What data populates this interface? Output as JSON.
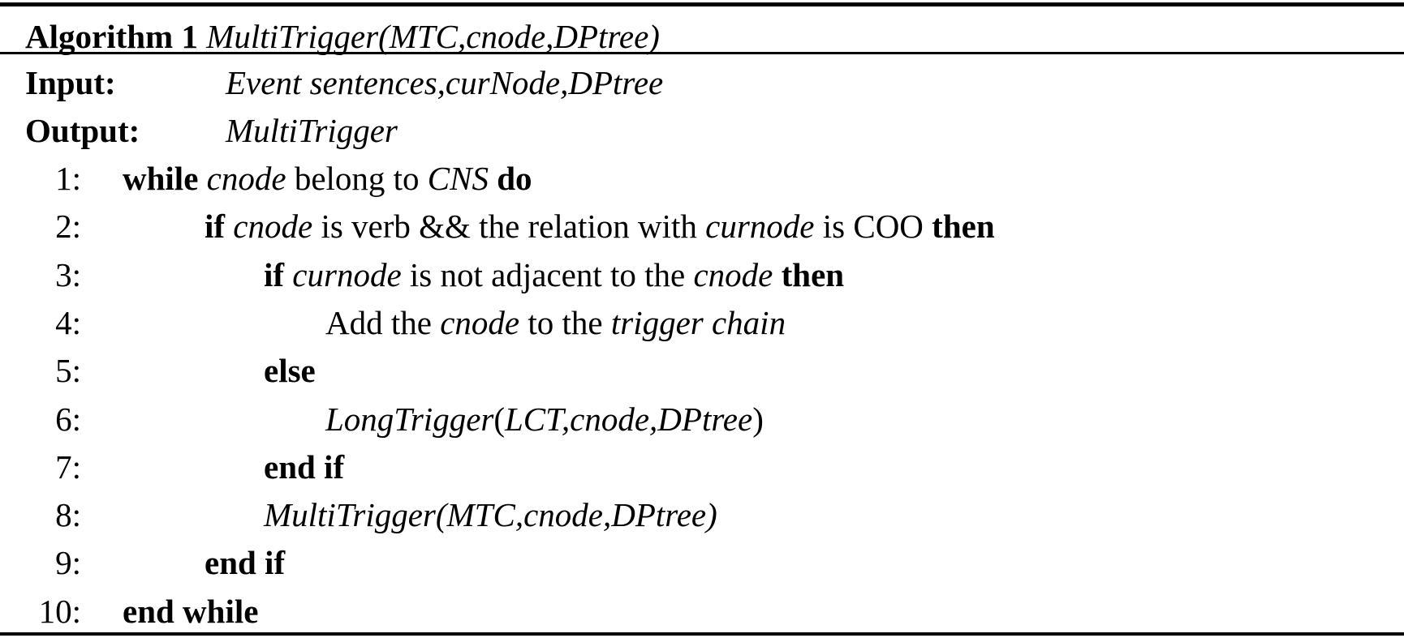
{
  "algorithm": {
    "label": "Algorithm 1",
    "title": "MultiTrigger(MTC,cnode,DPtree)",
    "input_label": "Input:",
    "input_value": "Event sentences,curNode,DPtree",
    "output_label": "Output:",
    "output_value": "MultiTrigger",
    "lines": [
      {
        "num": "1:",
        "indent": 0,
        "parts": [
          [
            "b",
            "while"
          ],
          [
            "n",
            " "
          ],
          [
            "i",
            "cnode"
          ],
          [
            "n",
            " belong to "
          ],
          [
            "i",
            "CNS"
          ],
          [
            "n",
            " "
          ],
          [
            "b",
            "do"
          ]
        ]
      },
      {
        "num": "2:",
        "indent": 1,
        "parts": [
          [
            "b",
            "if"
          ],
          [
            "n",
            " "
          ],
          [
            "i",
            "cnode"
          ],
          [
            "n",
            " is verb && the relation with "
          ],
          [
            "i",
            "curnode"
          ],
          [
            "n",
            " is COO "
          ],
          [
            "b",
            "then"
          ]
        ]
      },
      {
        "num": "3:",
        "indent": 2,
        "parts": [
          [
            "b",
            "if"
          ],
          [
            "n",
            " "
          ],
          [
            "i",
            "curnode"
          ],
          [
            "n",
            " is not adjacent to the "
          ],
          [
            "i",
            "cnode"
          ],
          [
            "n",
            " "
          ],
          [
            "b",
            "then"
          ]
        ]
      },
      {
        "num": "4:",
        "indent": 3,
        "parts": [
          [
            "n",
            "Add the "
          ],
          [
            "i",
            "cnode"
          ],
          [
            "n",
            " to the "
          ],
          [
            "i",
            "trigger chain"
          ]
        ]
      },
      {
        "num": "5:",
        "indent": 2,
        "parts": [
          [
            "b",
            "else"
          ]
        ]
      },
      {
        "num": "6:",
        "indent": 3,
        "parts": [
          [
            "i",
            "LongTrigger"
          ],
          [
            "n",
            "("
          ],
          [
            "i",
            "LCT,cnode,DPtree"
          ],
          [
            "n",
            ")"
          ]
        ]
      },
      {
        "num": "7:",
        "indent": 2,
        "parts": [
          [
            "b",
            "end if"
          ]
        ]
      },
      {
        "num": "8:",
        "indent": 2,
        "parts": [
          [
            "i",
            "MultiTrigger(MTC,cnode,DPtree)"
          ]
        ]
      },
      {
        "num": "9:",
        "indent": 1,
        "parts": [
          [
            "b",
            "end if"
          ]
        ]
      },
      {
        "num": "10:",
        "indent": 0,
        "parts": [
          [
            "b",
            "end while"
          ]
        ]
      }
    ]
  }
}
